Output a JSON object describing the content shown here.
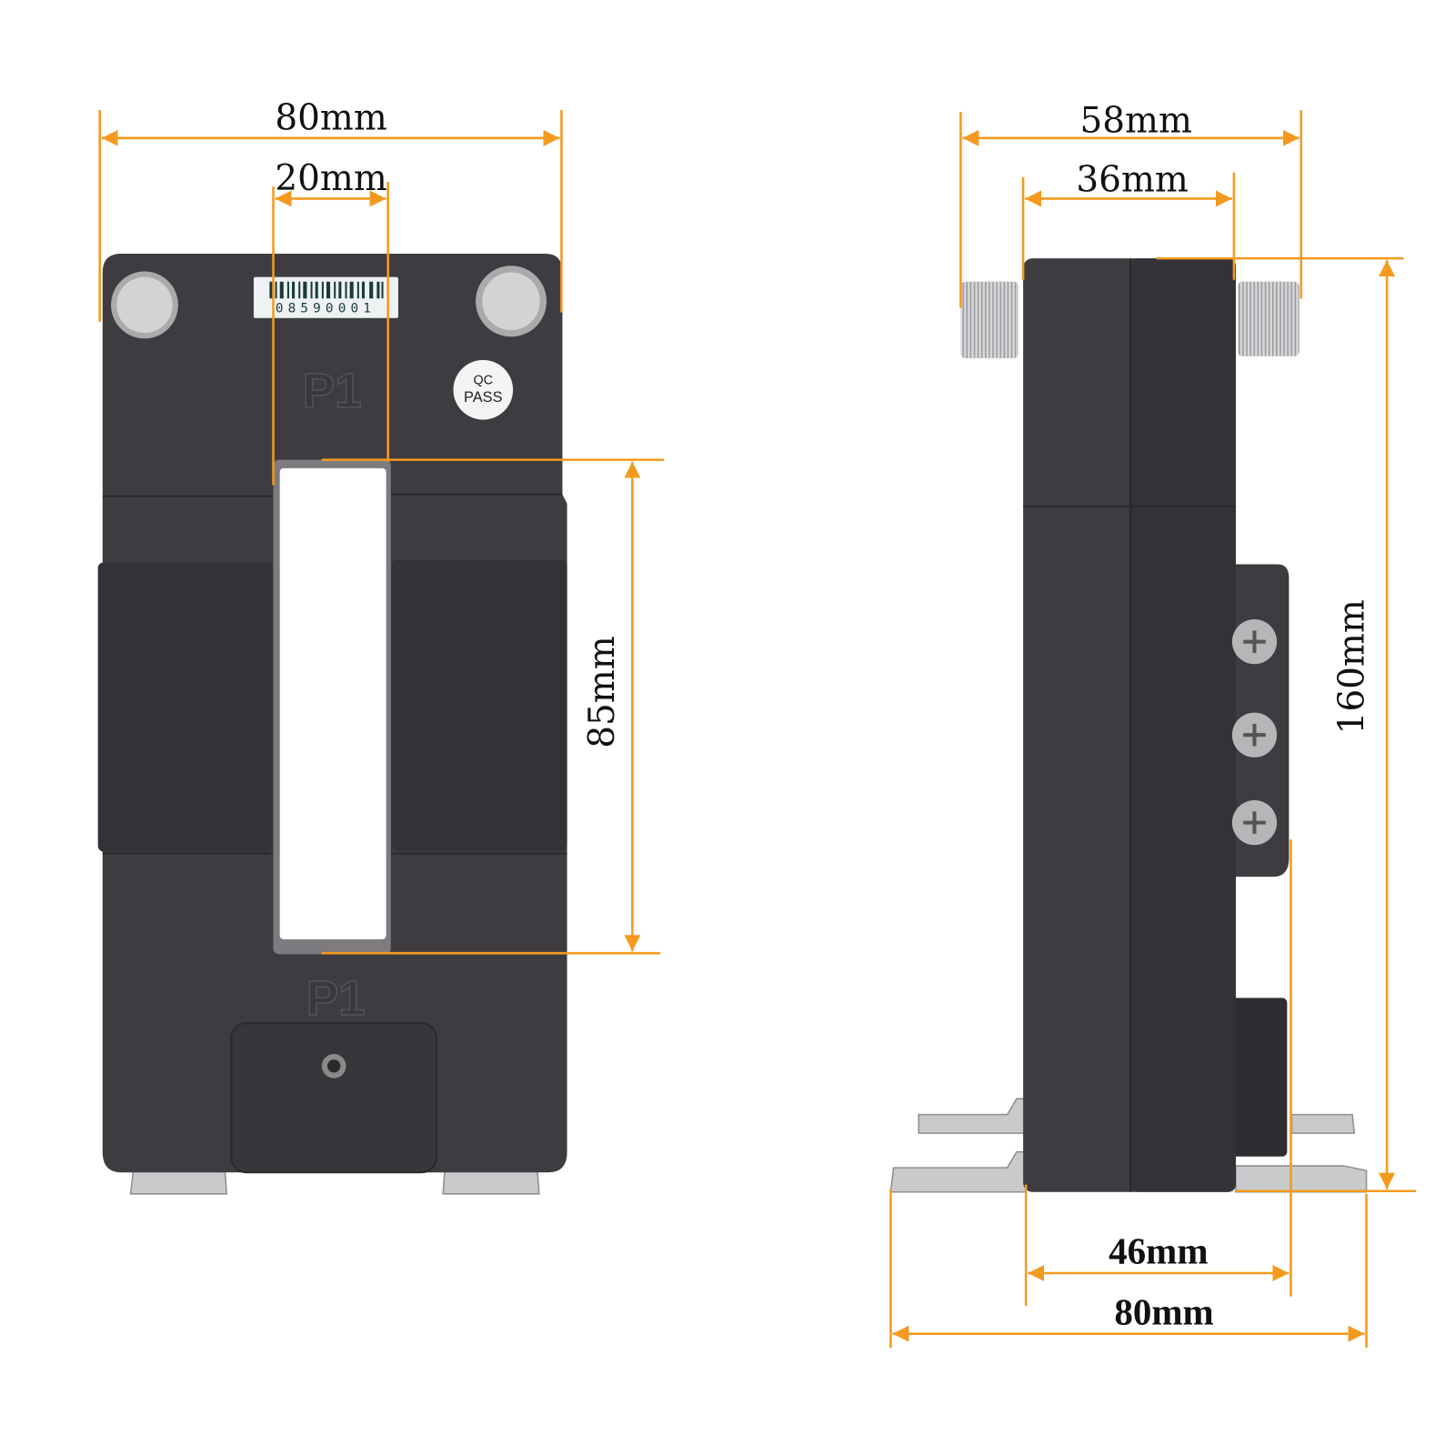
{
  "front_view": {
    "barcode_number": "08590001",
    "embossed_top": "P1",
    "embossed_bottom": "P1",
    "qc_badge": {
      "line1": "QC",
      "line2": "PASS"
    },
    "dimensions": {
      "overall_width": "80mm",
      "window_width": "20mm",
      "window_height": "85mm"
    }
  },
  "side_view": {
    "dimensions": {
      "terminal_span": "58mm",
      "body_depth_top": "36mm",
      "height": "160mm",
      "body_depth_bottom": "46mm",
      "base_width": "80mm"
    }
  },
  "colors": {
    "dimension_line": "#f39a1e",
    "housing": "#3e3c40"
  }
}
